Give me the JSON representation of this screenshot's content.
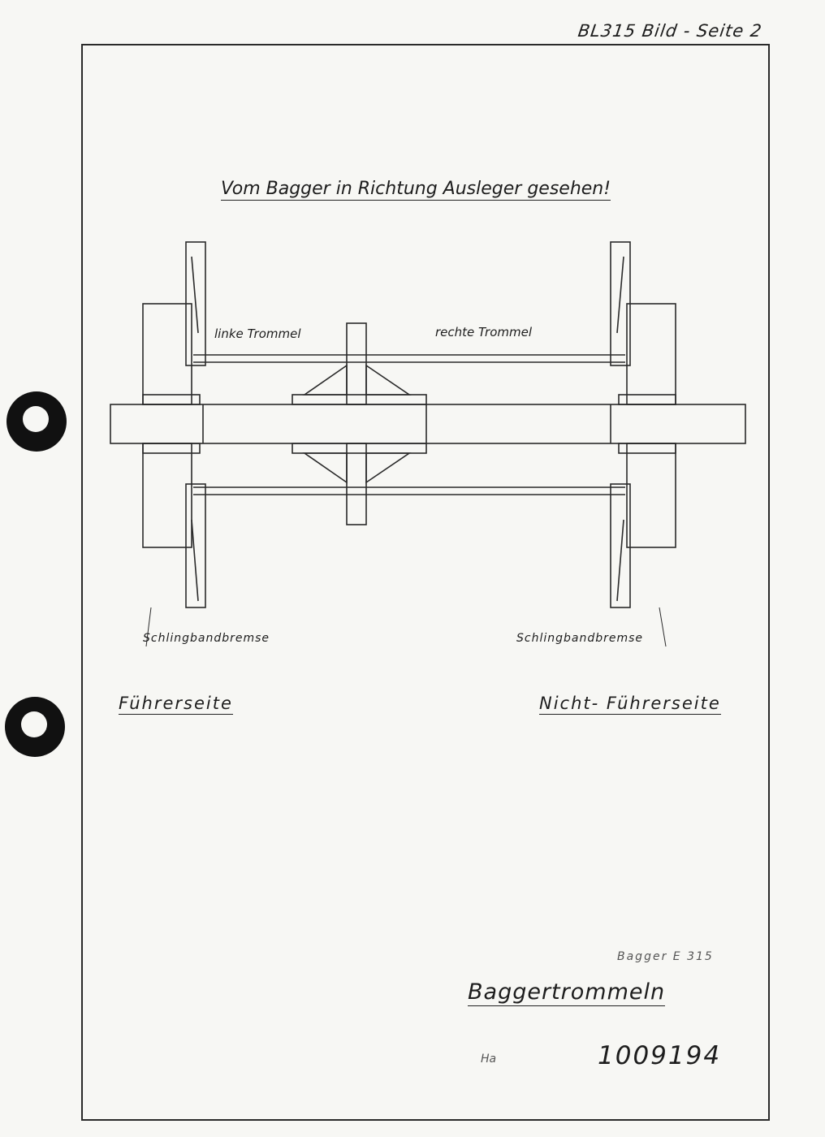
{
  "header": {
    "ref": "BL315 Bild - Seite 2"
  },
  "drawing": {
    "title": "Vom Bagger in Richtung Ausleger gesehen!",
    "label_left_drum": "linke Trommel",
    "label_right_drum": "rechte Trommel",
    "label_brake_left": "Schlingbandbremse",
    "label_brake_right": "Schlingbandbremse",
    "label_driver_side": "Führerseite",
    "label_nondriver_side": "Nicht- Führerseite"
  },
  "title_block": {
    "small_ref": "Bagger E 315",
    "drawing_title": "Baggertrommeln",
    "initials": "Ha",
    "number": "1009194"
  },
  "colors": {
    "ink": "#1d1d1d",
    "paper": "#f7f7f4"
  }
}
